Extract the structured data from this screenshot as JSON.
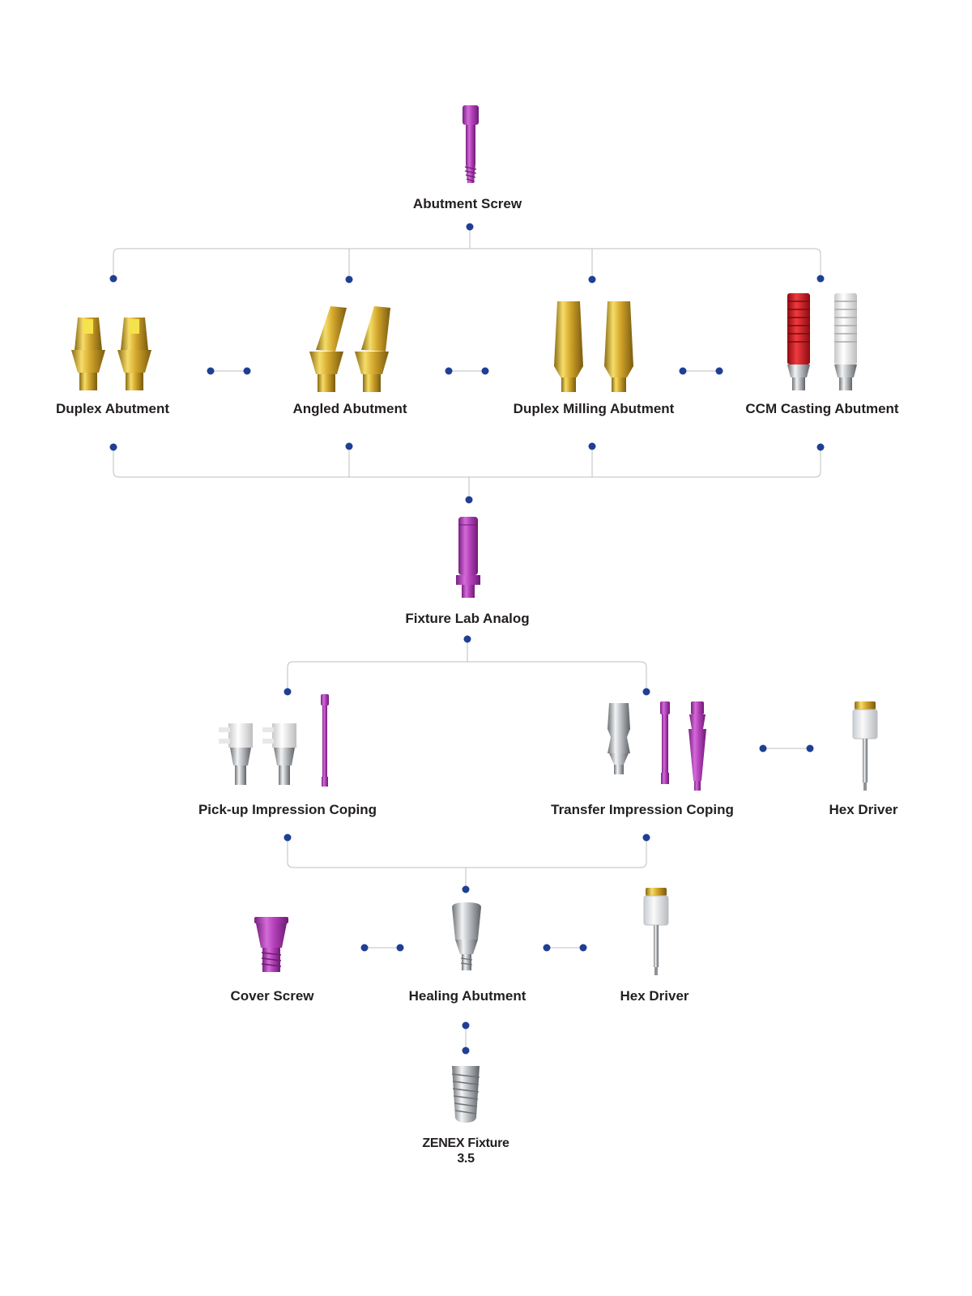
{
  "colors": {
    "purple": "#b23fb8",
    "gold": "#d4a72c",
    "silver": "#b8bcc0",
    "red": "#d8141b",
    "white_part": "#eeeeee",
    "dot": "#1f3f95",
    "line": "#bfbfbf"
  },
  "nodes": {
    "abutment_screw": "Abutment Screw",
    "duplex_abutment": "Duplex Abutment",
    "angled_abutment": "Angled Abutment",
    "duplex_milling_abutment": "Duplex Milling Abutment",
    "ccm_casting_abutment": "CCM Casting Abutment",
    "fixture_lab_analog": "Fixture Lab Analog",
    "pickup_impression_coping": "Pick-up Impression Coping",
    "transfer_impression_coping": "Transfer Impression Coping",
    "hex_driver_1": "Hex Driver",
    "cover_screw": "Cover Screw",
    "healing_abutment": "Healing Abutment",
    "hex_driver_2": "Hex Driver",
    "zenex_fixture_line1": "ZENEX Fixture",
    "zenex_fixture_line2": "3.5"
  },
  "icons": {
    "abutment_screw": "abutment-screw-icon",
    "duplex_abutment": "duplex-abutment-icon",
    "angled_abutment": "angled-abutment-icon",
    "duplex_milling_abutment": "milling-abutment-icon",
    "ccm_casting_abutment": "casting-abutment-icon",
    "fixture_lab_analog": "lab-analog-icon",
    "pickup_impression_coping": "pickup-coping-icon",
    "transfer_impression_coping": "transfer-coping-icon",
    "hex_driver": "hex-driver-icon",
    "cover_screw": "cover-screw-icon",
    "healing_abutment": "healing-abutment-icon",
    "zenex_fixture": "fixture-icon"
  }
}
